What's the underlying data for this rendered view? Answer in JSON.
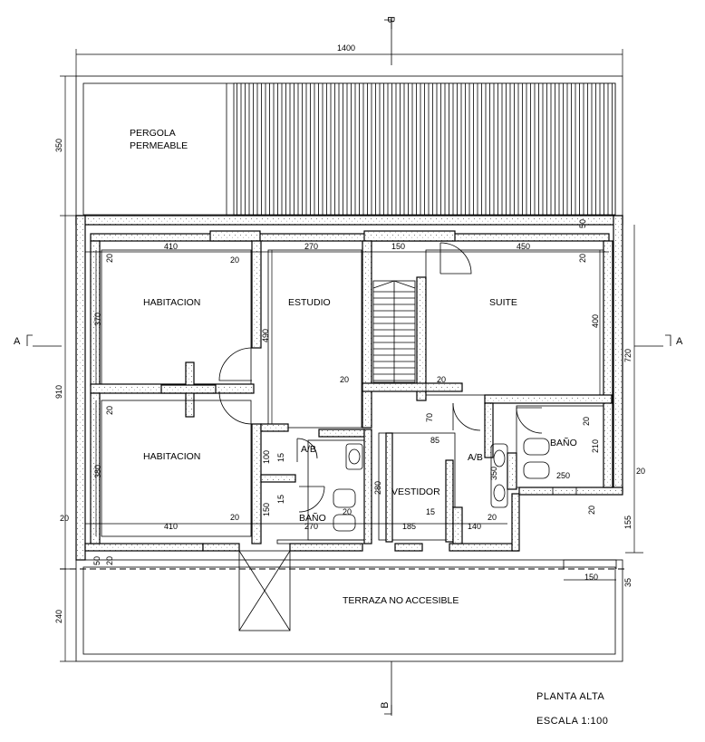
{
  "rooms": {
    "pergola_line1": "PERGOLA",
    "pergola_line2": "PERMEABLE",
    "habitacion_1": "HABITACION",
    "habitacion_2": "HABITACION",
    "estudio": "ESTUDIO",
    "suite": "SUITE",
    "bano_1": "BAÑO",
    "bano_2": "BAÑO",
    "vestidor": "VESTIDOR",
    "ab_1": "A/B",
    "ab_2": "A/B",
    "terraza": "TERRAZA NO ACCESIBLE"
  },
  "sections": {
    "b_top": "B",
    "b_bottom": "B",
    "a_left": "A",
    "a_right": "A"
  },
  "dims": {
    "overall_width": "1400",
    "pergola_depth": "350",
    "total_depth": "910",
    "right_720": "720",
    "terraza_depth": "240",
    "d410_top": "410",
    "d270_top": "270",
    "d150_top": "150",
    "d450_top": "450",
    "d50_top": "50",
    "d20_hab1_l": "20",
    "d20_hab1_r": "20",
    "d370": "370",
    "d490": "490",
    "d20_suite_r": "20",
    "d400": "400",
    "d20_estudio": "20",
    "d20_suite_l": "20",
    "d20_hab2_l": "20",
    "d380": "380",
    "d70": "70",
    "d85": "85",
    "d20_bano2": "20",
    "d210": "210",
    "d250": "250",
    "d350": "350",
    "d280": "280",
    "d100": "100",
    "d15_a": "15",
    "d150_bano": "150",
    "d15_b": "15",
    "d20_bano": "20",
    "d15_c": "15",
    "d20_ext_r": "20",
    "d20_inner_r": "20",
    "d20_left": "20",
    "d410_bot": "410",
    "d20_hab2_r": "20",
    "d270_bot": "270",
    "d185": "185",
    "d140": "140",
    "d20_ves": "20",
    "d155": "155",
    "d150_r": "150",
    "d35": "35",
    "d50_left": "50",
    "d20_left_b": "20"
  },
  "title_block": {
    "title": "PLANTA ALTA",
    "scale": "ESCALA 1:100"
  }
}
